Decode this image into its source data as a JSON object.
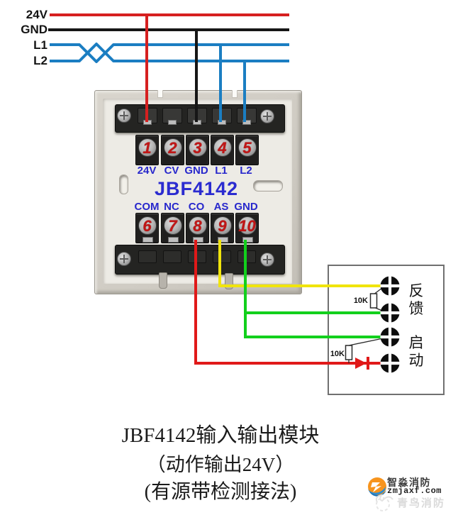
{
  "bus": {
    "labels": [
      "24V",
      "GND",
      "L1",
      "L2"
    ]
  },
  "module": {
    "model": "JBF4142",
    "top_row": {
      "numbers": [
        "1",
        "2",
        "3",
        "4",
        "5"
      ],
      "labels": [
        "24V",
        "CV",
        "GND",
        "L1",
        "L2"
      ]
    },
    "bottom_row": {
      "numbers": [
        "6",
        "7",
        "8",
        "9",
        "10"
      ],
      "labels": [
        "COM",
        "NC",
        "CO",
        "AS",
        "GND"
      ]
    }
  },
  "detection": {
    "resistor_top": "10K",
    "resistor_bottom": "10K",
    "label_feedback": "反馈",
    "label_start": "启动"
  },
  "caption": {
    "line1": "JBF4142输入输出模块",
    "line2": "（动作输出24V）",
    "line3": "(有源带检测接法)"
  },
  "branding": {
    "name": "智淼消防",
    "site": "zmjaxf.com",
    "watermark": "青鸟消防"
  },
  "colors": {
    "wire_24v": "#d62020",
    "wire_gnd": "#161616",
    "wire_bus_blue": "#1b7ec2",
    "wire_yellow": "#f0e40c",
    "wire_green": "#12d01c",
    "wire_red": "#e01919",
    "label_blue": "#2828cc",
    "terminal_number_red": "#c11616"
  }
}
